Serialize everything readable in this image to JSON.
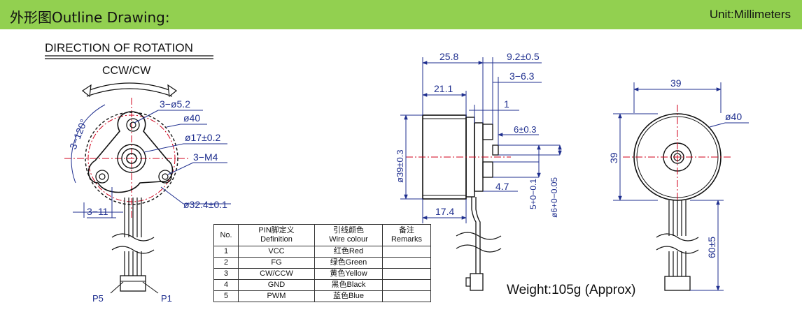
{
  "header": {
    "title": "外形图Outline Drawing:",
    "unit": "Unit:Millimeters",
    "background": "#92d050"
  },
  "front_view": {
    "direction_label": "DIRECTION OF ROTATION",
    "rotation_label": "CCW/CW",
    "dims": {
      "holes": "3−ø5.2",
      "body_dia": "ø40",
      "hub_dia": "ø17±0.2",
      "thread": "3−M4",
      "angle": "3−120°",
      "bolt_circle": "ø32.4±0.1",
      "slot": "3−11"
    },
    "pin_labels": {
      "left": "P5",
      "right": "P1"
    }
  },
  "side_view": {
    "dims": {
      "overall_len": "25.8",
      "tab": "9.2±0.5",
      "shaft_ext": "3−6.3",
      "body_len": "21.1",
      "flange": "1",
      "shaft_len": "6±0.3",
      "height": "ø39±0.3",
      "step": "4.7",
      "shaft_tol": "5+0−0.1",
      "shaft_dia": "ø6+0−0.05",
      "base_len": "17.4"
    }
  },
  "back_view": {
    "dims": {
      "width": "39",
      "height": "39",
      "dia": "ø40",
      "cable_len": "60±5"
    }
  },
  "pin_table": {
    "headers": [
      {
        "cn": "No.",
        "en": ""
      },
      {
        "cn": "PIN脚定义",
        "en": "Definition"
      },
      {
        "cn": "引线颜色",
        "en": "Wire colour"
      },
      {
        "cn": "备注",
        "en": "Remarks"
      }
    ],
    "rows": [
      {
        "no": "1",
        "def": "VCC",
        "wire": "红色Red",
        "remark": ""
      },
      {
        "no": "2",
        "def": "FG",
        "wire": "绿色Green",
        "remark": ""
      },
      {
        "no": "3",
        "def": "CW/CCW",
        "wire": "黄色Yellow",
        "remark": ""
      },
      {
        "no": "4",
        "def": "GND",
        "wire": "黑色Black",
        "remark": ""
      },
      {
        "no": "5",
        "def": "PWM",
        "wire": "蓝色Blue",
        "remark": ""
      }
    ]
  },
  "weight": "Weight:105g (Approx)",
  "colors": {
    "line": "#1a1a1a",
    "dim": "#1f2f8f",
    "center": "#d0021b"
  }
}
